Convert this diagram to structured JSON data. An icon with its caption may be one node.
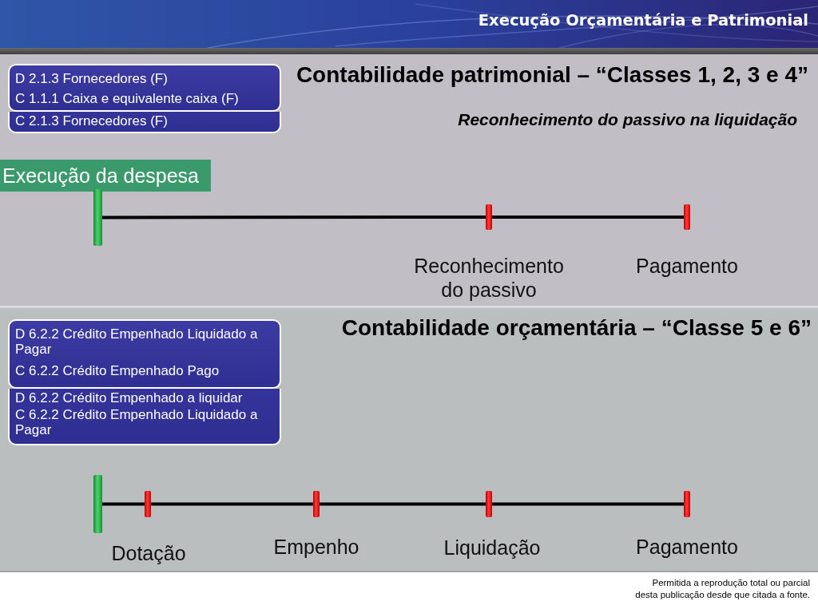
{
  "diagram": {
    "title": "Execução Orçamentária e Patrimonial",
    "nodes": [
      {
        "text": [
          "D 2.1.3 Fornecedores (F)",
          "C 1.1.1 Caixa e equivalente caixa (F)"
        ]
      },
      {
        "text": [
          "C 2.1.3 Fornecedores (F)"
        ]
      },
      {
        "text": [
          "Execução da despesa"
        ]
      },
      {
        "text": [],
        "shape": "bar"
      },
      {
        "text": [],
        "shape": "bar",
        "beside": [
          "Reconhecimento do passivo"
        ]
      },
      {
        "text": [],
        "shape": "bar",
        "beside": [
          "Pagamento"
        ]
      },
      {
        "text": [
          "D 6.2.2 Crédito Empenhado Liquidado a Pagar",
          "C 6.2.2 Crédito Empenhado Pago"
        ]
      },
      {
        "text": [
          "D 6.2.2 Crédito Empenhado a liquidar",
          "C 6.2.2 Crédito Empenhado Liquidado a Pagar"
        ]
      },
      {
        "text": [],
        "shape": "bar"
      },
      {
        "text": [],
        "shape": "bar"
      },
      {
        "text": [],
        "shape": "bar",
        "beside": [
          "Empenho"
        ]
      },
      {
        "text": [],
        "shape": "bar",
        "beside": [
          "Liquidação"
        ]
      },
      {
        "text": [],
        "shape": "bar",
        "beside": [
          "Pagamento"
        ]
      }
    ],
    "edges": [
      {
        "from": 3,
        "to": 4,
        "arrow": "none"
      },
      {
        "from": 4,
        "to": 5,
        "arrow": "none"
      },
      {
        "from": 8,
        "to": 9,
        "arrow": "none"
      },
      {
        "from": 9,
        "to": 10,
        "arrow": "none"
      },
      {
        "from": 10,
        "to": 11,
        "arrow": "none"
      },
      {
        "from": 11,
        "to": 12,
        "arrow": "none"
      }
    ],
    "labels": [
      "Contabilidade patrimonial – “Classes 1, 2, 3 e 4”",
      "Reconhecimento do passivo na liquidação",
      "Contabilidade orçamentária – “Classe 5 e 6”",
      "Dotação",
      "Permitida a reprodução total ou parcial desta publicação desde que citada a fonte."
    ]
  }
}
